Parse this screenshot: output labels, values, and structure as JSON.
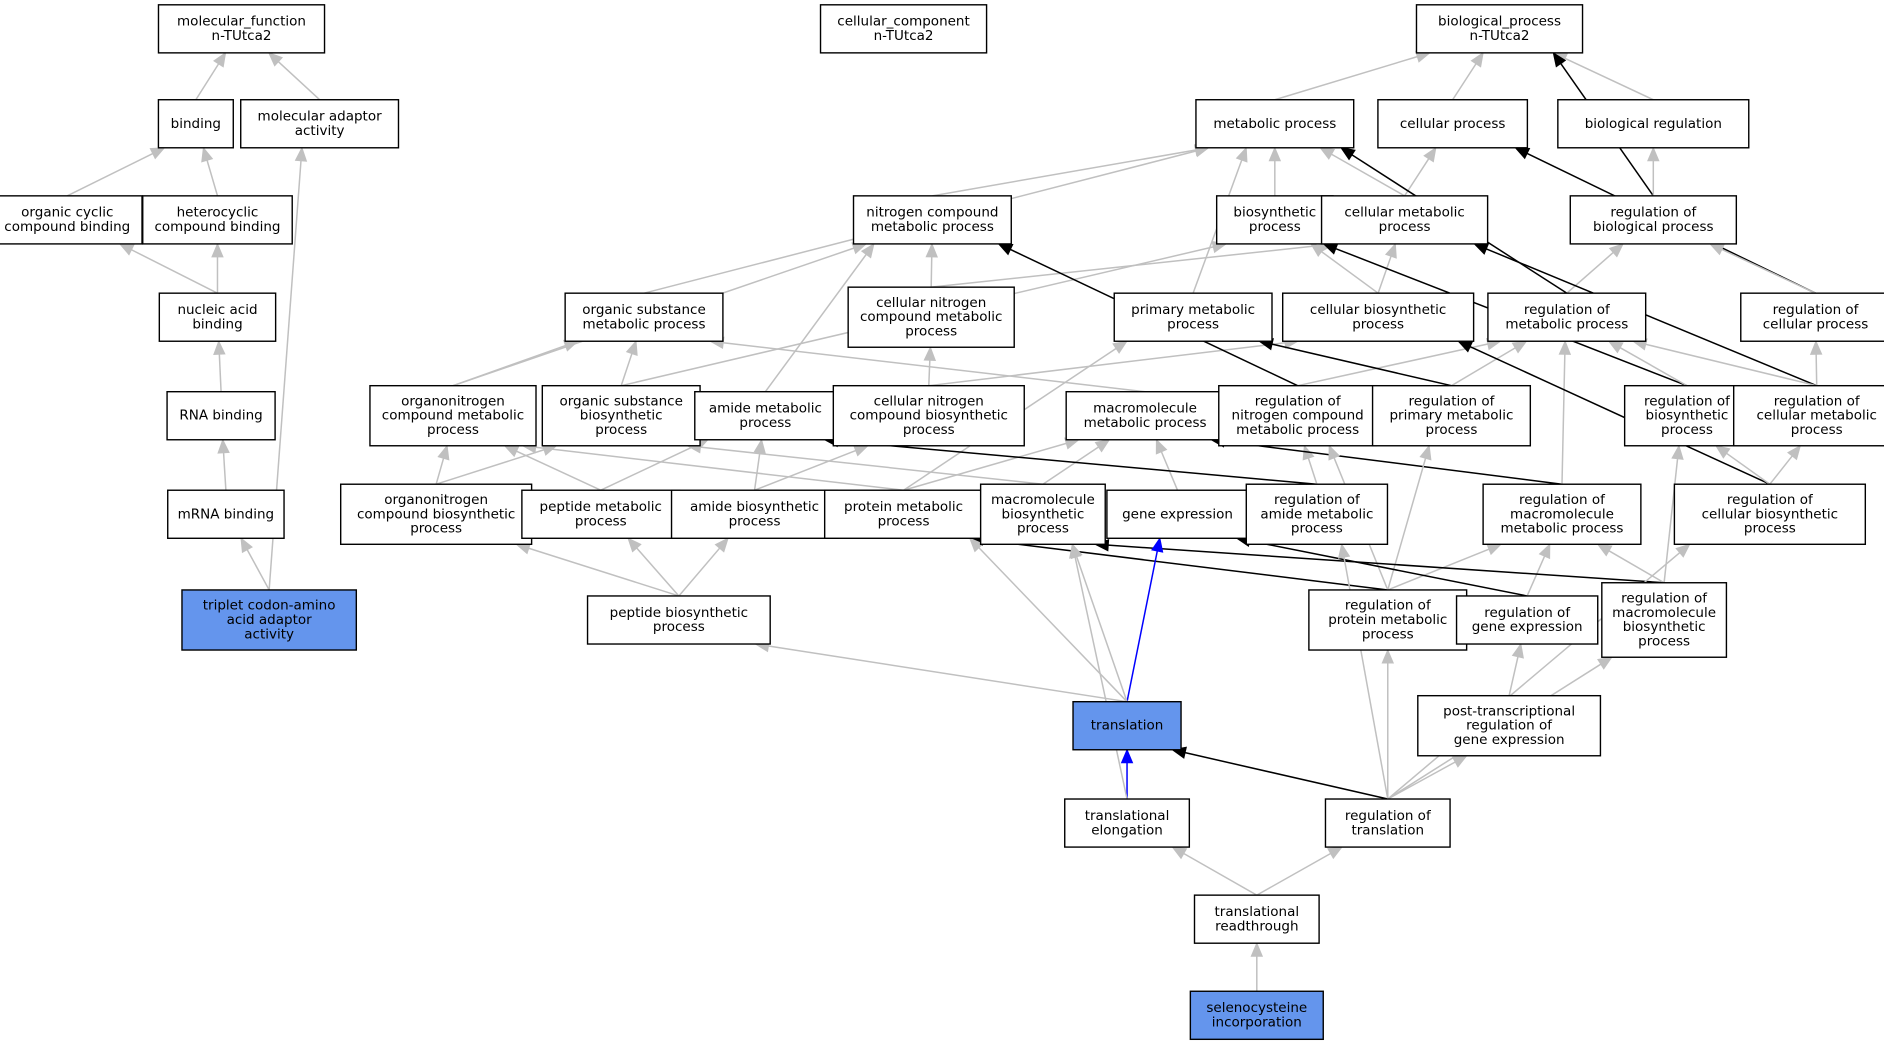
{
  "colors": {
    "gray": "#c0c0c0",
    "black": "#000000",
    "blue": "#0000ff",
    "highlight": "#6495ed"
  },
  "nodes": [
    {
      "id": "mf",
      "lines": [
        "molecular_function",
        "n-TUtca2"
      ]
    },
    {
      "id": "cc",
      "lines": [
        "cellular_component",
        "n-TUtca2"
      ]
    },
    {
      "id": "bp",
      "lines": [
        "biological_process",
        "n-TUtca2"
      ]
    },
    {
      "id": "binding",
      "lines": [
        "binding"
      ]
    },
    {
      "id": "mol_adaptor",
      "lines": [
        "molecular adaptor",
        "activity"
      ]
    },
    {
      "id": "metabolic",
      "lines": [
        "metabolic process"
      ]
    },
    {
      "id": "cellular",
      "lines": [
        "cellular process"
      ]
    },
    {
      "id": "bio_reg",
      "lines": [
        "biological regulation"
      ]
    },
    {
      "id": "org_cyclic",
      "lines": [
        "organic cyclic",
        "compound binding"
      ]
    },
    {
      "id": "heterocyclic",
      "lines": [
        "heterocyclic",
        "compound binding"
      ]
    },
    {
      "id": "nitrogen_cmp",
      "lines": [
        "nitrogen compound",
        "metabolic process"
      ]
    },
    {
      "id": "biosynthetic",
      "lines": [
        "biosynthetic",
        "process"
      ]
    },
    {
      "id": "cell_metabolic",
      "lines": [
        "cellular metabolic",
        "process"
      ]
    },
    {
      "id": "reg_bio",
      "lines": [
        "regulation of",
        "biological process"
      ]
    },
    {
      "id": "nucleic",
      "lines": [
        "nucleic acid",
        "binding"
      ]
    },
    {
      "id": "org_sub_met",
      "lines": [
        "organic substance",
        "metabolic process"
      ]
    },
    {
      "id": "cell_nitrogen",
      "lines": [
        "cellular nitrogen",
        "compound metabolic",
        "process"
      ]
    },
    {
      "id": "primary_met",
      "lines": [
        "primary metabolic",
        "process"
      ]
    },
    {
      "id": "cell_biosyn",
      "lines": [
        "cellular biosynthetic",
        "process"
      ]
    },
    {
      "id": "reg_met",
      "lines": [
        "regulation of",
        "metabolic process"
      ]
    },
    {
      "id": "reg_cell",
      "lines": [
        "regulation of",
        "cellular process"
      ]
    },
    {
      "id": "rna_binding",
      "lines": [
        "RNA binding"
      ]
    },
    {
      "id": "orgN_met",
      "lines": [
        "organonitrogen",
        "compound metabolic",
        "process"
      ]
    },
    {
      "id": "org_sub_bio",
      "lines": [
        "organic substance",
        "biosynthetic",
        "process"
      ]
    },
    {
      "id": "amide_met",
      "lines": [
        "amide metabolic",
        "process"
      ]
    },
    {
      "id": "cell_N_bio",
      "lines": [
        "cellular nitrogen",
        "compound biosynthetic",
        "process"
      ]
    },
    {
      "id": "macro_met",
      "lines": [
        "macromolecule",
        "metabolic process"
      ]
    },
    {
      "id": "reg_N_met",
      "lines": [
        "regulation of",
        "nitrogen compound",
        "metabolic process"
      ]
    },
    {
      "id": "reg_primary",
      "lines": [
        "regulation of",
        "primary metabolic",
        "process"
      ]
    },
    {
      "id": "reg_biosyn",
      "lines": [
        "regulation of",
        "biosynthetic",
        "process"
      ]
    },
    {
      "id": "reg_cell_met",
      "lines": [
        "regulation of",
        "cellular metabolic",
        "process"
      ]
    },
    {
      "id": "mrna_binding",
      "lines": [
        "mRNA binding"
      ]
    },
    {
      "id": "orgN_bio",
      "lines": [
        "organonitrogen",
        "compound biosynthetic",
        "process"
      ]
    },
    {
      "id": "peptide_met",
      "lines": [
        "peptide metabolic",
        "process"
      ]
    },
    {
      "id": "amide_bio",
      "lines": [
        "amide biosynthetic",
        "process"
      ]
    },
    {
      "id": "protein_met",
      "lines": [
        "protein metabolic",
        "process"
      ]
    },
    {
      "id": "macro_bio",
      "lines": [
        "macromolecule",
        "biosynthetic",
        "process"
      ]
    },
    {
      "id": "gene_expr",
      "lines": [
        "gene expression"
      ]
    },
    {
      "id": "reg_amide",
      "lines": [
        "regulation of",
        "amide metabolic",
        "process"
      ]
    },
    {
      "id": "reg_macro_met",
      "lines": [
        "regulation of",
        "macromolecule",
        "metabolic process"
      ]
    },
    {
      "id": "reg_cell_bio",
      "lines": [
        "regulation of",
        "cellular biosynthetic",
        "process"
      ]
    },
    {
      "id": "triplet",
      "lines": [
        "triplet codon-amino",
        "acid adaptor",
        "activity"
      ],
      "highlight": true
    },
    {
      "id": "peptide_bio",
      "lines": [
        "peptide biosynthetic",
        "process"
      ]
    },
    {
      "id": "reg_protein",
      "lines": [
        "regulation of",
        "protein metabolic",
        "process"
      ]
    },
    {
      "id": "reg_gene",
      "lines": [
        "regulation of",
        "gene expression"
      ]
    },
    {
      "id": "reg_macro_bio",
      "lines": [
        "regulation of",
        "macromolecule",
        "biosynthetic",
        "process"
      ]
    },
    {
      "id": "translation",
      "lines": [
        "translation"
      ],
      "highlight": true
    },
    {
      "id": "post_trans",
      "lines": [
        "post-transcriptional",
        "regulation of",
        "gene expression"
      ]
    },
    {
      "id": "trans_elong",
      "lines": [
        "translational",
        "elongation"
      ]
    },
    {
      "id": "reg_trans",
      "lines": [
        "regulation of",
        "translation"
      ]
    },
    {
      "id": "trans_read",
      "lines": [
        "translational",
        "readthrough"
      ]
    },
    {
      "id": "seleno",
      "lines": [
        "selenocysteine",
        "incorporation"
      ],
      "highlight": true
    }
  ],
  "edges": [
    {
      "from": "binding",
      "to": "mf",
      "color": "gray"
    },
    {
      "from": "mol_adaptor",
      "to": "mf",
      "color": "gray"
    },
    {
      "from": "org_cyclic",
      "to": "binding",
      "color": "gray"
    },
    {
      "from": "heterocyclic",
      "to": "binding",
      "color": "gray"
    },
    {
      "from": "nucleic",
      "to": "org_cyclic",
      "color": "gray"
    },
    {
      "from": "nucleic",
      "to": "heterocyclic",
      "color": "gray"
    },
    {
      "from": "rna_binding",
      "to": "nucleic",
      "color": "gray"
    },
    {
      "from": "mrna_binding",
      "to": "rna_binding",
      "color": "gray"
    },
    {
      "from": "triplet",
      "to": "mrna_binding",
      "color": "gray"
    },
    {
      "from": "triplet",
      "to": "mol_adaptor",
      "color": "gray"
    },
    {
      "from": "metabolic",
      "to": "bp",
      "color": "gray"
    },
    {
      "from": "cellular",
      "to": "bp",
      "color": "gray"
    },
    {
      "from": "bio_reg",
      "to": "bp",
      "color": "gray"
    },
    {
      "from": "reg_bio",
      "to": "bp",
      "color": "black"
    },
    {
      "from": "reg_bio",
      "to": "bio_reg",
      "color": "gray"
    },
    {
      "from": "reg_cell",
      "to": "cellular",
      "color": "black"
    },
    {
      "from": "reg_cell",
      "to": "reg_bio",
      "color": "gray"
    },
    {
      "from": "nitrogen_cmp",
      "to": "metabolic",
      "color": "gray"
    },
    {
      "from": "biosynthetic",
      "to": "metabolic",
      "color": "gray"
    },
    {
      "from": "cell_metabolic",
      "to": "metabolic",
      "color": "gray"
    },
    {
      "from": "cell_metabolic",
      "to": "cellular",
      "color": "gray"
    },
    {
      "from": "org_sub_met",
      "to": "metabolic",
      "color": "gray"
    },
    {
      "from": "primary_met",
      "to": "metabolic",
      "color": "gray"
    },
    {
      "from": "reg_met",
      "to": "metabolic",
      "color": "black"
    },
    {
      "from": "reg_met",
      "to": "reg_bio",
      "color": "gray"
    },
    {
      "from": "cell_nitrogen",
      "to": "nitrogen_cmp",
      "color": "gray"
    },
    {
      "from": "cell_nitrogen",
      "to": "cell_metabolic",
      "color": "gray"
    },
    {
      "from": "cell_biosyn",
      "to": "biosynthetic",
      "color": "gray"
    },
    {
      "from": "cell_biosyn",
      "to": "cell_metabolic",
      "color": "gray"
    },
    {
      "from": "orgN_met",
      "to": "nitrogen_cmp",
      "color": "gray"
    },
    {
      "from": "orgN_met",
      "to": "org_sub_met",
      "color": "gray"
    },
    {
      "from": "org_sub_bio",
      "to": "org_sub_met",
      "color": "gray"
    },
    {
      "from": "org_sub_bio",
      "to": "biosynthetic",
      "color": "gray"
    },
    {
      "from": "amide_met",
      "to": "nitrogen_cmp",
      "color": "gray"
    },
    {
      "from": "cell_N_bio",
      "to": "cell_nitrogen",
      "color": "gray"
    },
    {
      "from": "cell_N_bio",
      "to": "cell_biosyn",
      "color": "gray"
    },
    {
      "from": "macro_met",
      "to": "org_sub_met",
      "color": "gray"
    },
    {
      "from": "reg_N_met",
      "to": "nitrogen_cmp",
      "color": "black"
    },
    {
      "from": "reg_N_met",
      "to": "reg_met",
      "color": "gray"
    },
    {
      "from": "reg_primary",
      "to": "primary_met",
      "color": "black"
    },
    {
      "from": "reg_primary",
      "to": "reg_met",
      "color": "gray"
    },
    {
      "from": "reg_biosyn",
      "to": "biosynthetic",
      "color": "black"
    },
    {
      "from": "reg_biosyn",
      "to": "reg_met",
      "color": "gray"
    },
    {
      "from": "reg_cell_met",
      "to": "cell_metabolic",
      "color": "black"
    },
    {
      "from": "reg_cell_met",
      "to": "reg_met",
      "color": "gray"
    },
    {
      "from": "reg_cell_met",
      "to": "reg_cell",
      "color": "gray"
    },
    {
      "from": "orgN_bio",
      "to": "orgN_met",
      "color": "gray"
    },
    {
      "from": "orgN_bio",
      "to": "org_sub_bio",
      "color": "gray"
    },
    {
      "from": "peptide_met",
      "to": "orgN_met",
      "color": "gray"
    },
    {
      "from": "peptide_met",
      "to": "amide_met",
      "color": "gray"
    },
    {
      "from": "amide_bio",
      "to": "amide_met",
      "color": "gray"
    },
    {
      "from": "amide_bio",
      "to": "cell_N_bio",
      "color": "gray"
    },
    {
      "from": "protein_met",
      "to": "orgN_met",
      "color": "gray"
    },
    {
      "from": "protein_met",
      "to": "macro_met",
      "color": "gray"
    },
    {
      "from": "protein_met",
      "to": "primary_met",
      "color": "gray"
    },
    {
      "from": "macro_bio",
      "to": "macro_met",
      "color": "gray"
    },
    {
      "from": "macro_bio",
      "to": "org_sub_bio",
      "color": "gray"
    },
    {
      "from": "gene_expr",
      "to": "macro_met",
      "color": "gray"
    },
    {
      "from": "reg_amide",
      "to": "amide_met",
      "color": "black"
    },
    {
      "from": "reg_amide",
      "to": "reg_N_met",
      "color": "gray"
    },
    {
      "from": "reg_macro_met",
      "to": "macro_met",
      "color": "black"
    },
    {
      "from": "reg_macro_met",
      "to": "reg_met",
      "color": "gray"
    },
    {
      "from": "reg_cell_bio",
      "to": "cell_biosyn",
      "color": "black"
    },
    {
      "from": "reg_cell_bio",
      "to": "reg_biosyn",
      "color": "gray"
    },
    {
      "from": "reg_cell_bio",
      "to": "reg_cell_met",
      "color": "gray"
    },
    {
      "from": "peptide_bio",
      "to": "peptide_met",
      "color": "gray"
    },
    {
      "from": "peptide_bio",
      "to": "amide_bio",
      "color": "gray"
    },
    {
      "from": "peptide_bio",
      "to": "orgN_bio",
      "color": "gray"
    },
    {
      "from": "reg_protein",
      "to": "protein_met",
      "color": "black"
    },
    {
      "from": "reg_protein",
      "to": "reg_macro_met",
      "color": "gray"
    },
    {
      "from": "reg_protein",
      "to": "reg_primary",
      "color": "gray"
    },
    {
      "from": "reg_protein",
      "to": "reg_N_met",
      "color": "gray"
    },
    {
      "from": "reg_gene",
      "to": "gene_expr",
      "color": "black"
    },
    {
      "from": "reg_gene",
      "to": "reg_macro_met",
      "color": "gray"
    },
    {
      "from": "reg_macro_bio",
      "to": "macro_bio",
      "color": "black"
    },
    {
      "from": "reg_macro_bio",
      "to": "reg_macro_met",
      "color": "gray"
    },
    {
      "from": "reg_macro_bio",
      "to": "reg_biosyn",
      "color": "gray"
    },
    {
      "from": "translation",
      "to": "gene_expr",
      "color": "blue"
    },
    {
      "from": "translation",
      "to": "peptide_bio",
      "color": "gray"
    },
    {
      "from": "translation",
      "to": "protein_met",
      "color": "gray"
    },
    {
      "from": "translation",
      "to": "macro_bio",
      "color": "gray"
    },
    {
      "from": "post_trans",
      "to": "reg_gene",
      "color": "gray"
    },
    {
      "from": "trans_elong",
      "to": "translation",
      "color": "blue"
    },
    {
      "from": "trans_elong",
      "to": "macro_bio",
      "color": "gray"
    },
    {
      "from": "reg_trans",
      "to": "translation",
      "color": "black"
    },
    {
      "from": "reg_trans",
      "to": "post_trans",
      "color": "gray"
    },
    {
      "from": "reg_trans",
      "to": "reg_protein",
      "color": "gray"
    },
    {
      "from": "reg_trans",
      "to": "reg_amide",
      "color": "gray"
    },
    {
      "from": "reg_trans",
      "to": "reg_macro_bio",
      "color": "gray"
    },
    {
      "from": "reg_trans",
      "to": "reg_cell_bio",
      "color": "gray"
    },
    {
      "from": "trans_read",
      "to": "trans_elong",
      "color": "gray"
    },
    {
      "from": "trans_read",
      "to": "reg_trans",
      "color": "gray"
    },
    {
      "from": "seleno",
      "to": "trans_read",
      "color": "gray"
    }
  ]
}
